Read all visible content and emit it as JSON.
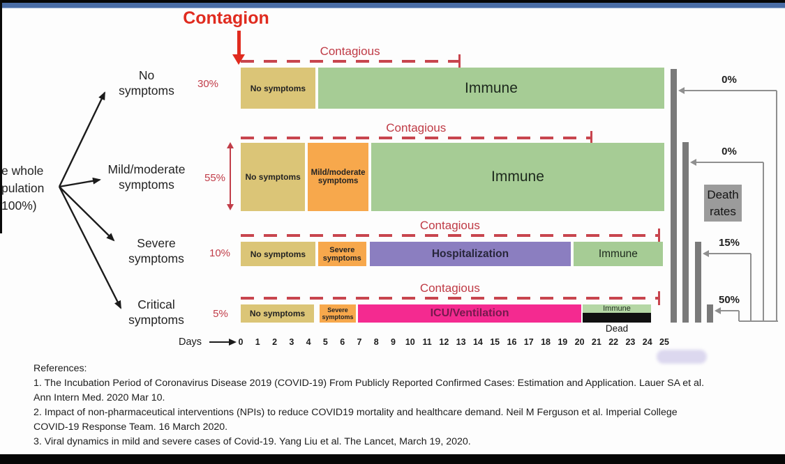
{
  "slide": {
    "contagion_title": "Contagion"
  },
  "tree": {
    "root_lines": [
      "e whole",
      "pulation",
      "100%)"
    ]
  },
  "rows": [
    {
      "label_lines": [
        "No",
        "symptoms"
      ],
      "pct": "30%",
      "contagious_label": "Contagious",
      "contagious_day_end": 12.9,
      "segments": [
        {
          "label": "No symptoms",
          "c": "tan",
          "d0": 0,
          "d1": 4.4
        },
        {
          "label": "Immune",
          "c": "green",
          "d0": 4.57,
          "d1": 25
        }
      ]
    },
    {
      "label_lines": [
        "Mild/moderate",
        "symptoms"
      ],
      "pct": "55%",
      "contagious_label": "Contagious",
      "contagious_day_end": 20.7,
      "segments": [
        {
          "label": "No symptoms",
          "c": "tan",
          "d0": 0,
          "d1": 3.8
        },
        {
          "label": "Mild/moderate\nsymptoms",
          "c": "orange",
          "d0": 3.95,
          "d1": 7.55
        },
        {
          "label": "Immune",
          "c": "green",
          "d0": 7.7,
          "d1": 25
        }
      ]
    },
    {
      "label_lines": [
        "Severe",
        "symptoms"
      ],
      "pct": "10%",
      "contagious_label": "Contagious",
      "contagious_day_end": 24.7,
      "segments": [
        {
          "label": "No symptoms",
          "c": "tan",
          "d0": 0,
          "d1": 4.4
        },
        {
          "label": "Severe\nsymptoms",
          "c": "orange",
          "d0": 4.57,
          "d1": 7.4
        },
        {
          "label": "Hospitalization",
          "c": "purple",
          "d0": 7.6,
          "d1": 19.5
        },
        {
          "label": "Immune",
          "c": "green",
          "d0": 19.65,
          "d1": 24.9
        }
      ]
    },
    {
      "label_lines": [
        "Critical",
        "symptoms"
      ],
      "pct": "5%",
      "contagious_label": "Contagious",
      "contagious_day_end": 24.7,
      "segments": [
        {
          "label": "No symptoms",
          "c": "tan",
          "d0": 0,
          "d1": 4.33
        },
        {
          "label": "Severe\nsymptoms",
          "c": "orange",
          "d0": 4.65,
          "d1": 6.8
        },
        {
          "label": "ICU/Ventilation",
          "c": "magenta",
          "d0": 6.92,
          "d1": 20.1
        },
        {
          "label": "Immune",
          "c": "green_light",
          "d0": 20.2,
          "d1": 24.2
        },
        {
          "label": "",
          "c": "black_bar",
          "d0": 20.2,
          "d1": 24.2,
          "below_label": "Dead"
        }
      ]
    }
  ],
  "axis": {
    "label": "Days",
    "ticks": [
      "0",
      "1",
      "2",
      "3",
      "4",
      "5",
      "6",
      "7",
      "8",
      "9",
      "10",
      "11",
      "12",
      "13",
      "14",
      "15",
      "16",
      "17",
      "18",
      "19",
      "20",
      "21",
      "22",
      "23",
      "24",
      "25"
    ]
  },
  "death_rates": {
    "box_lines": [
      "Death",
      "rates"
    ],
    "values": [
      "0%",
      "0%",
      "15%",
      "50%"
    ]
  },
  "references": {
    "lines": [
      "References:",
      "1. The Incubation Period of Coronavirus Disease 2019 (COVID-19) From Publicly Reported Confirmed Cases: Estimation and Application. Lauer SA et al.",
      "Ann Intern Med. 2020 Mar 10.",
      "2. Impact of non-pharmaceutical interventions (NPIs) to reduce COVID19 mortality and healthcare demand. Neil M Ferguson et al. Imperial College",
      "COVID-19 Response Team. 16 March 2020.",
      "3. Viral dynamics in mild and severe cases of Covid-19. Yang Liu et al. The Lancet, March 19, 2020."
    ]
  },
  "colors": {
    "tan": "#dbc577",
    "orange": "#f7a84c",
    "green": "#a6cc95",
    "green_light": "#b5d7a5",
    "purple": "#8b7ec0",
    "magenta": "#f42a90",
    "black_bar": "#101010",
    "gray_bar": "#7a7a7a",
    "bracket_gray": "#8f8f8f",
    "death_box": "#9b9b9b",
    "dash_red": "#c8454e",
    "crimson": "#c13d49",
    "bright_red": "#e02b1f",
    "top_blue": "#4a6da6"
  }
}
